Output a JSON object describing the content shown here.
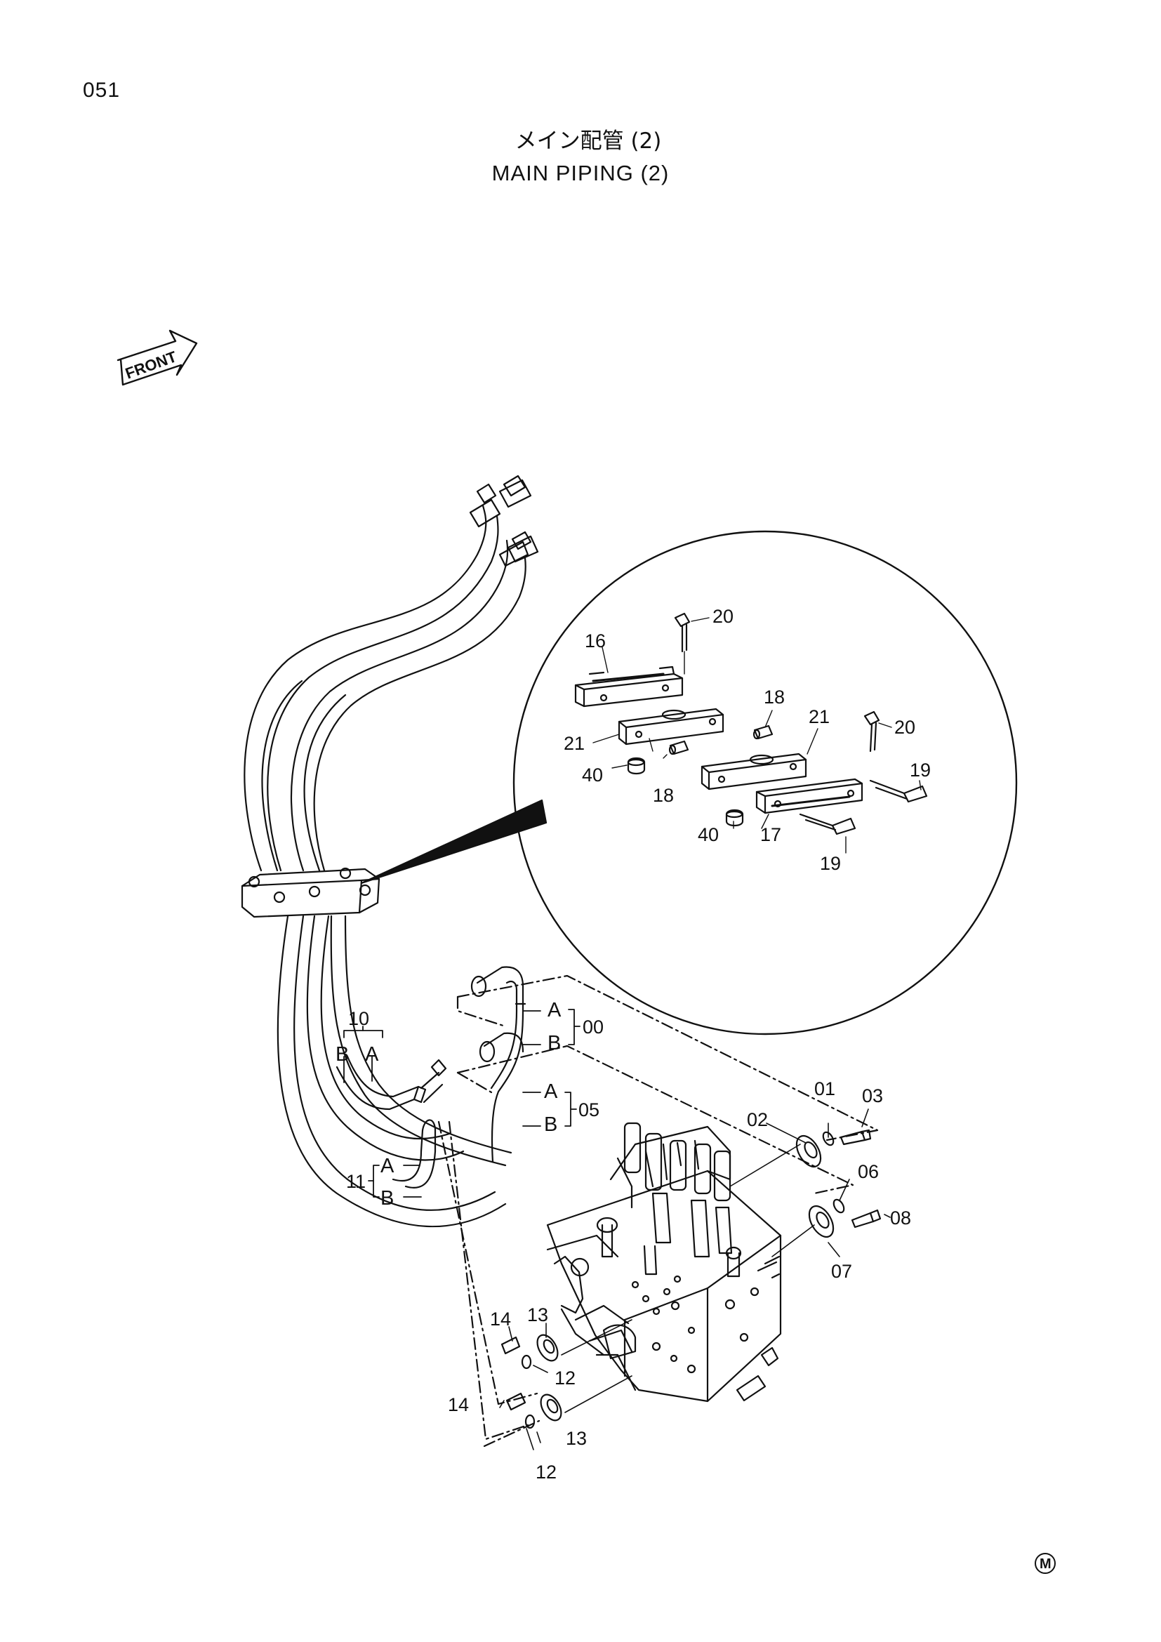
{
  "page_number": "051",
  "title": {
    "japanese": "メイン配管 (2)",
    "english": "MAIN PIPING (2)"
  },
  "front_indicator": "FRONT",
  "corner_mark": "M",
  "callouts": {
    "c00": "00",
    "c01": "01",
    "c02": "02",
    "c03": "03",
    "c05": "05",
    "c06": "06",
    "c07": "07",
    "c08": "08",
    "c10": "10",
    "c11": "11",
    "c12a": "12",
    "c12b": "12",
    "c13a": "13",
    "c13b": "13",
    "c14a": "14",
    "c14b": "14",
    "c16": "16",
    "c17": "17",
    "c18a": "18",
    "c18b": "18",
    "c19a": "19",
    "c19b": "19",
    "c20a": "20",
    "c20b": "20",
    "c21a": "21",
    "c21b": "21",
    "c40a": "40",
    "c40b": "40"
  },
  "hose_letters": {
    "a00": "A",
    "b00": "B",
    "a05": "A",
    "b05": "B",
    "a10": "A",
    "b10": "B",
    "a11": "A",
    "b11": "B"
  }
}
